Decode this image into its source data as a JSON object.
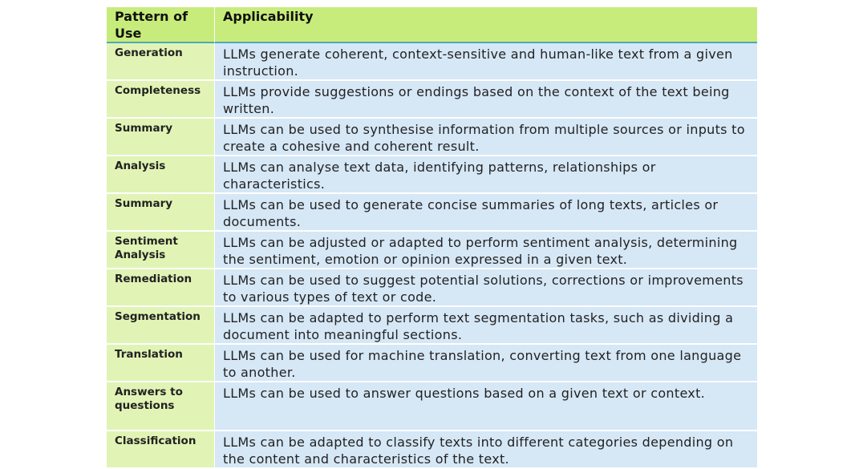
{
  "table": {
    "headers": {
      "pattern": "Pattern of Use",
      "applicability": "Applicability"
    },
    "rows": [
      {
        "pattern": "Generation",
        "applicability": "LLMs generate coherent, context-sensitive and human-like text from a given instruction."
      },
      {
        "pattern": "Completeness",
        "applicability": "LLMs provide suggestions or endings based on the context of the text being written."
      },
      {
        "pattern": "Summary",
        "applicability": "LLMs can be used to synthesise information from multiple sources or inputs to create a cohesive and coherent result."
      },
      {
        "pattern": "Analysis",
        "applicability": "LLMs can analyse text data, identifying patterns, relationships or characteristics."
      },
      {
        "pattern": "Summary",
        "applicability": "LLMs can be used to generate concise summaries of long texts, articles or documents."
      },
      {
        "pattern": "Sentiment Analysis",
        "applicability": "LLMs can be adjusted or adapted to perform sentiment analysis, determining the sentiment, emotion or opinion expressed in a given text."
      },
      {
        "pattern": "Remediation",
        "applicability": "LLMs can be used to suggest potential solutions, corrections or improvements to various types of text or code."
      },
      {
        "pattern": "Segmentation",
        "applicability": "LLMs can be adapted to perform text segmentation tasks, such as dividing a document into meaningful sections."
      },
      {
        "pattern": "Translation",
        "applicability": "LLMs can be used for machine translation, converting text from one language to another."
      },
      {
        "pattern": "Answers to questions",
        "applicability": "LLMs can be used to answer questions based on a given text or context."
      },
      {
        "pattern": "Classification",
        "applicability": "LLMs can be adapted to classify texts into different categories depending on the content and characteristics of the text."
      }
    ],
    "colors": {
      "header_bg": "#c8ec7c",
      "pattern_bg": "#e1f4b5",
      "applicability_bg": "#d6e7f6",
      "header_rule": "#4fa8b8"
    }
  }
}
